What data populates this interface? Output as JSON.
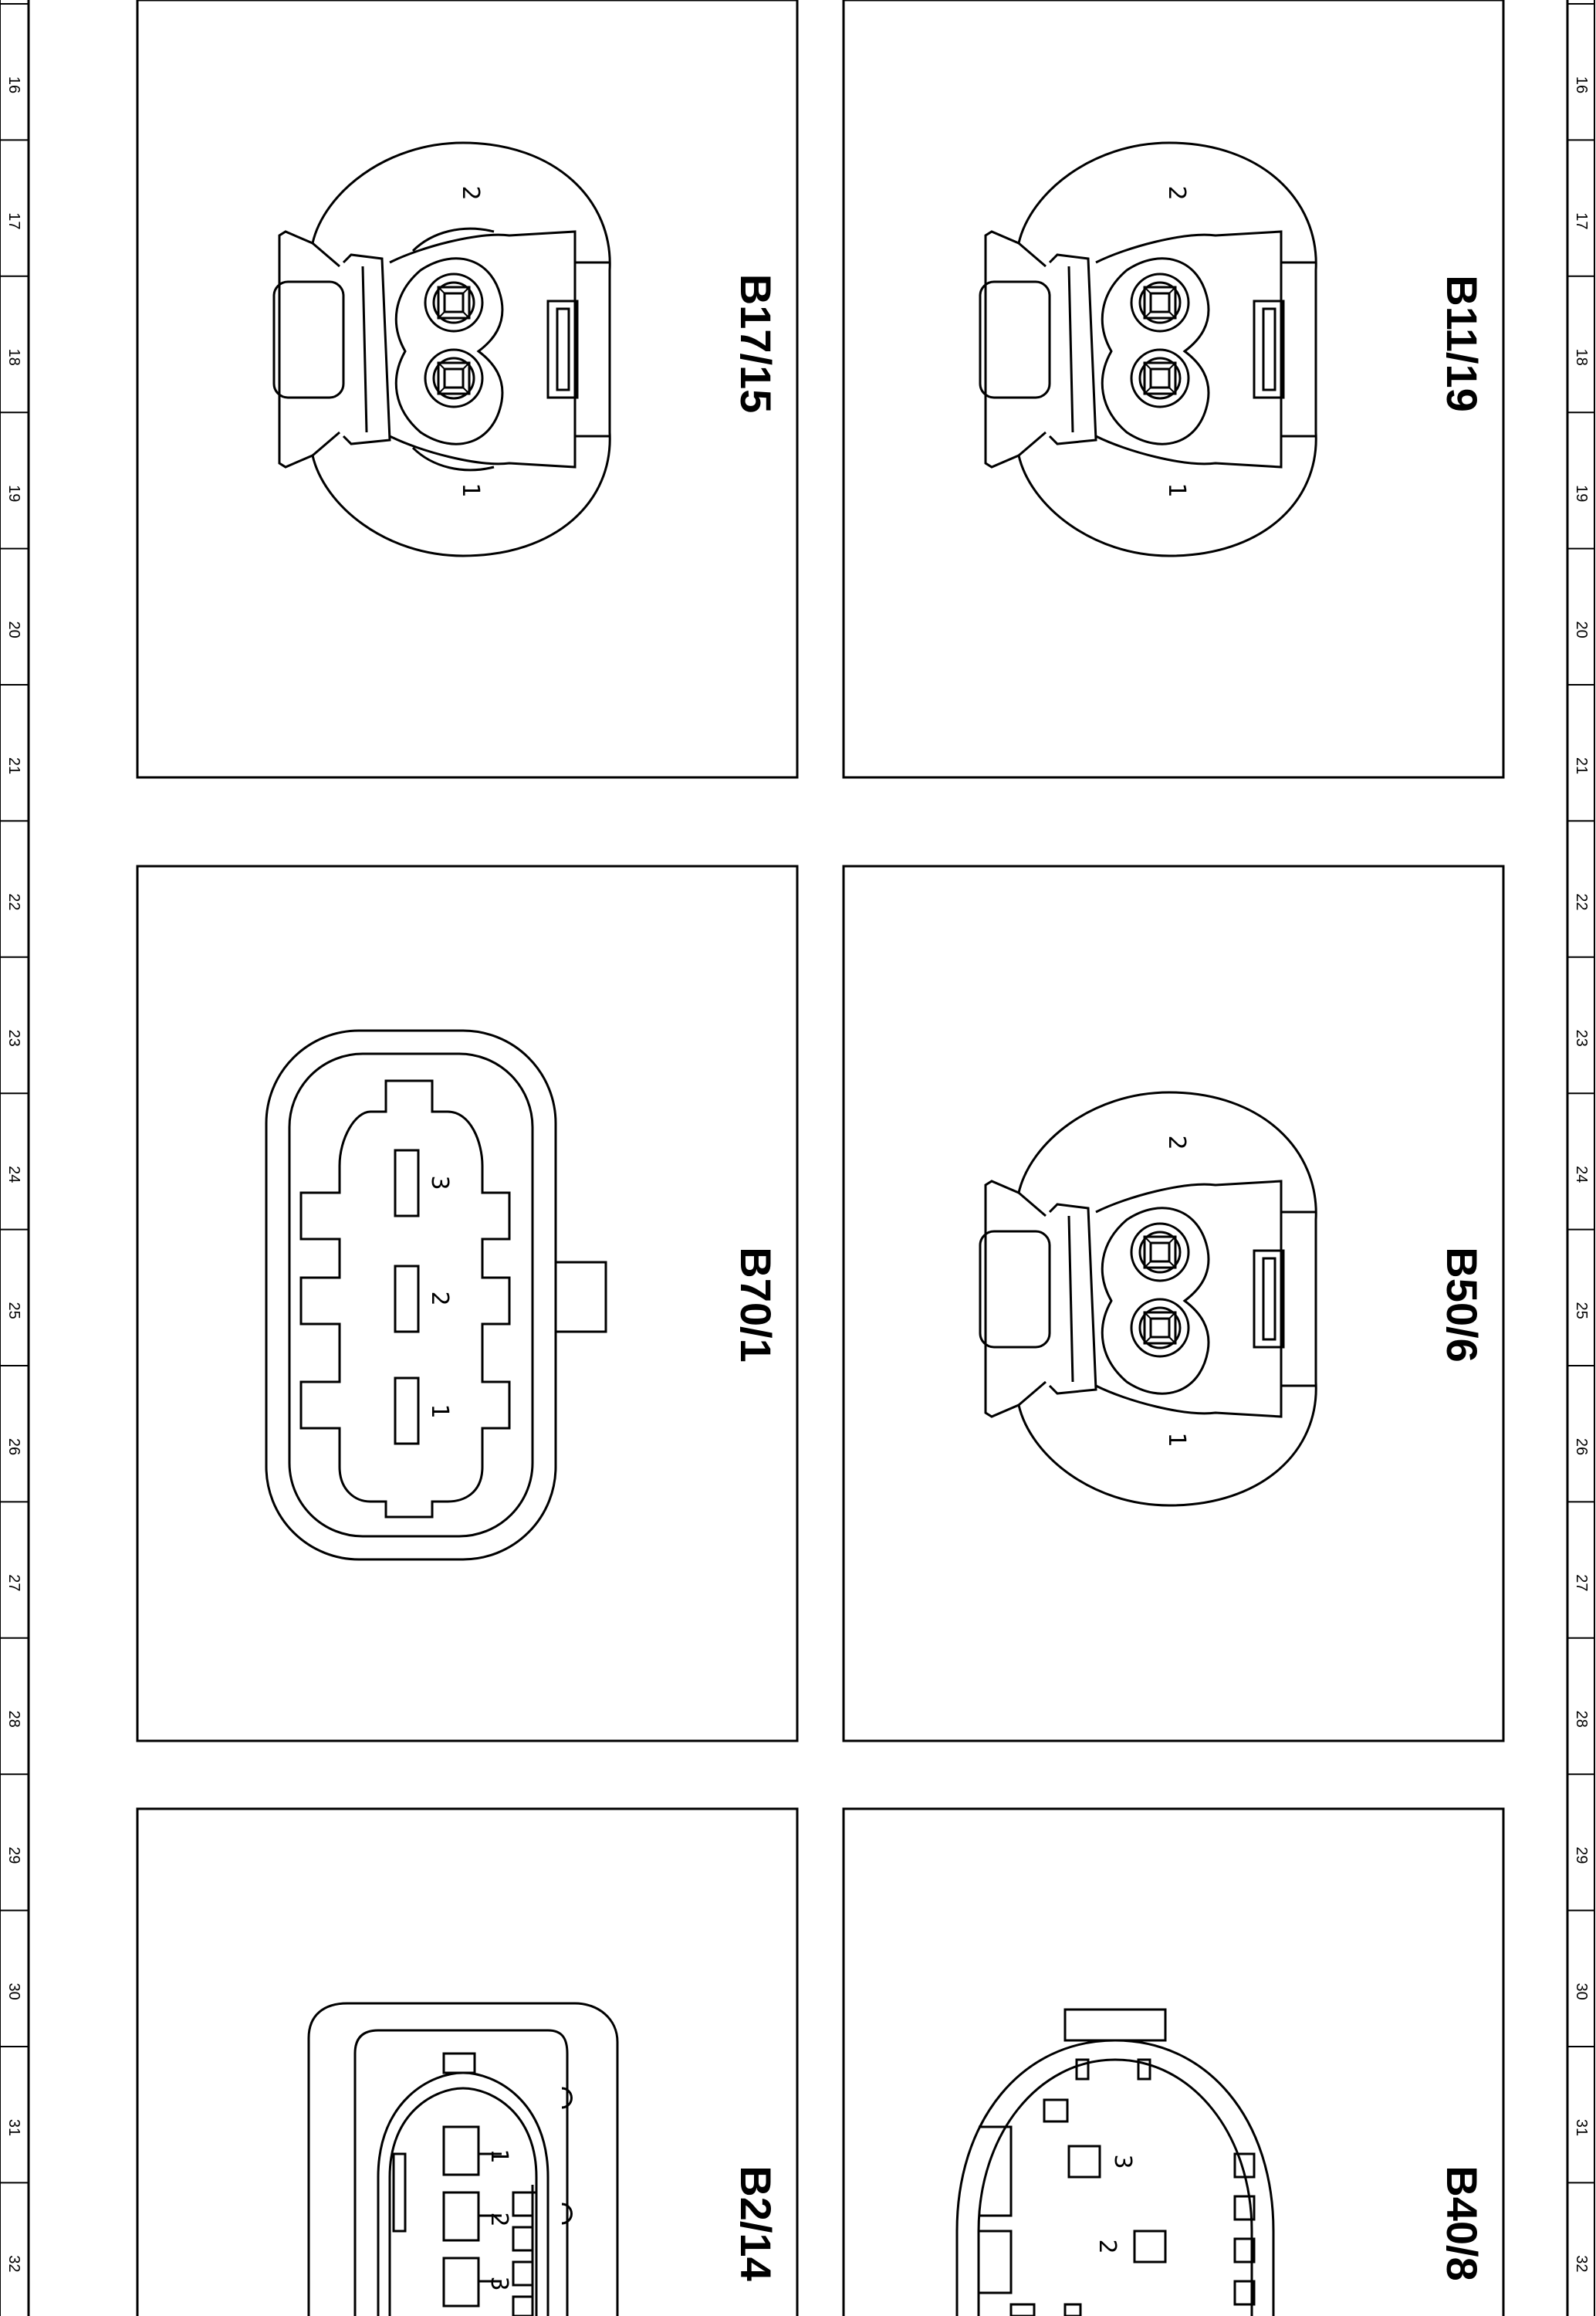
{
  "ruler": {
    "numbers": [
      "16",
      "17",
      "18",
      "19",
      "20",
      "21",
      "22",
      "23",
      "24",
      "25",
      "26",
      "27",
      "28",
      "29",
      "30",
      "31",
      "32"
    ]
  },
  "connectors": [
    {
      "id": "b17-15",
      "label": "B17/15",
      "pins": [
        "1",
        "2"
      ]
    },
    {
      "id": "b11-19",
      "label": "B11/19",
      "pins": [
        "1",
        "2"
      ]
    },
    {
      "id": "b70-1",
      "label": "B70/1",
      "pins": [
        "1",
        "2",
        "3"
      ]
    },
    {
      "id": "b50-6",
      "label": "B50/6",
      "pins": [
        "1",
        "2"
      ]
    },
    {
      "id": "b2-14",
      "label": "B2/14",
      "pins": [
        "1",
        "2",
        "3"
      ]
    },
    {
      "id": "b40-8",
      "label": "B40/8",
      "pins": [
        "2",
        "3"
      ]
    }
  ]
}
